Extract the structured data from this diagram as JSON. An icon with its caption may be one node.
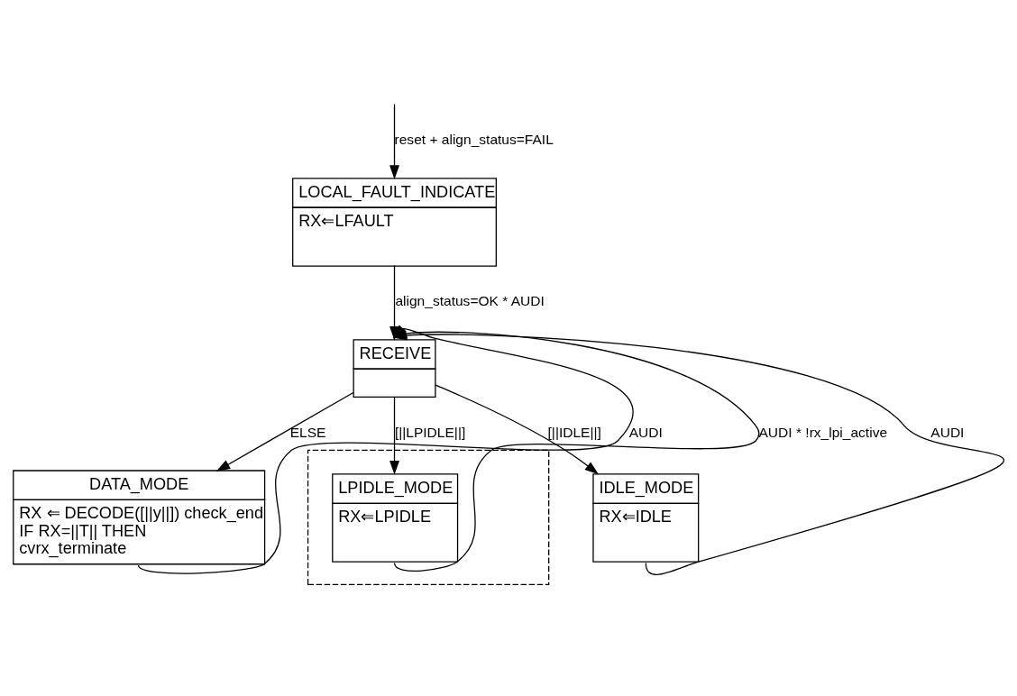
{
  "diagram": {
    "nodes": [
      {
        "text": [
          "LOCAL_FAULT_INDICATE",
          "RX⇐LFAULT"
        ]
      },
      {
        "text": [
          "RECEIVE"
        ]
      },
      {
        "text": [
          "DATA_MODE",
          "RX ⇐ DECODE([||y||]) check_end IF RX=||T|| THEN cvrx_terminate"
        ]
      },
      {
        "text": [],
        "shape": "box"
      },
      {
        "text": [
          "LPIDLE_MODE",
          "RX⇐LPIDLE"
        ],
        "in": 3
      },
      {
        "text": [
          "IDLE_MODE",
          "RX⇐IDLE"
        ]
      }
    ],
    "edges": [
      {
        "from": null,
        "to": 0,
        "arrow": "to",
        "label": "reset + align_status=FAIL"
      },
      {
        "from": 0,
        "to": 1,
        "arrow": "to",
        "label": "align_status=OK * AUDI"
      },
      {
        "from": 1,
        "to": 2,
        "arrow": "to",
        "label": "ELSE"
      },
      {
        "from": 1,
        "to": 4,
        "arrow": "to",
        "label": "[||LPIDLE||]"
      },
      {
        "from": 1,
        "to": 5,
        "arrow": "to",
        "label": "[||IDLE||]"
      },
      {
        "from": 2,
        "to": 1,
        "arrow": "to",
        "label": "AUDI"
      },
      {
        "from": 4,
        "to": 1,
        "arrow": "to",
        "label": "AUDI * !rx_lpi_active"
      },
      {
        "from": 5,
        "to": 1,
        "arrow": "to",
        "label": "AUDI"
      }
    ]
  }
}
